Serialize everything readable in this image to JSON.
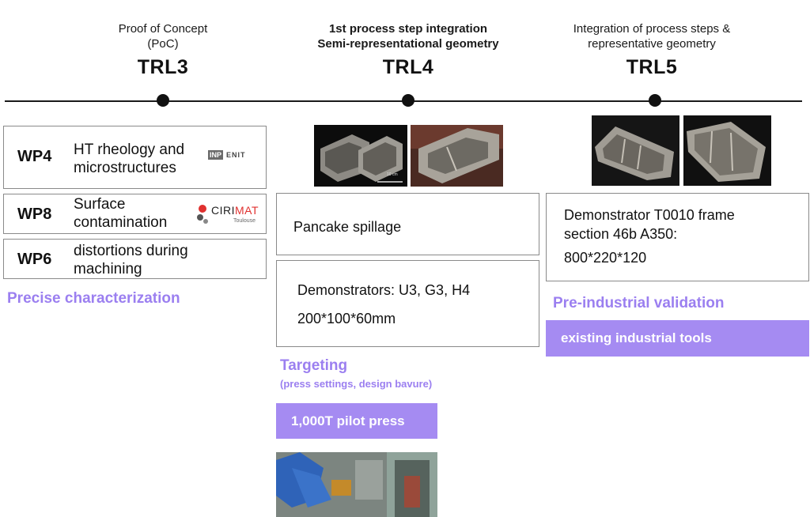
{
  "stages": [
    {
      "subtitle_1": "Proof of Concept",
      "subtitle_2": "(PoC)",
      "level": "TRL3"
    },
    {
      "subtitle_1": "1st process step integration",
      "subtitle_2": "Semi-representational geometry",
      "level": "TRL4"
    },
    {
      "subtitle_1": "Integration of process steps &",
      "subtitle_2": "representative geometry",
      "level": "TRL5"
    }
  ],
  "trl3": {
    "work_packages": [
      {
        "code": "WP4",
        "line_1": "HT rheology and",
        "line_2": "microstructures"
      },
      {
        "code": "WP8",
        "line_1": "Surface",
        "line_2": "contamination"
      },
      {
        "code": "WP6",
        "line_1": "distortions during",
        "line_2": "machining"
      }
    ],
    "logos": {
      "inp": "INP",
      "enit": "ENIT",
      "cirimat_a": "CIRI",
      "cirimat_b": "MAT",
      "cirimat_sub": "Toulouse"
    },
    "footer": "Precise characterization"
  },
  "trl4": {
    "photo_caption": "10 cm",
    "box_1": "Pancake spillage",
    "box_2_line_1": "Demonstrators: U3, G3, H4",
    "box_2_line_2": "200*100*60mm",
    "targeting_title": "Targeting",
    "targeting_sub": "(press settings, design bavure)",
    "press_label": "1,000T pilot press"
  },
  "trl5": {
    "box_line_1": "Demonstrator T0010 frame",
    "box_line_2": "section 46b A350:",
    "box_line_3": "800*220*120",
    "validation_title": "Pre-industrial validation",
    "tools_label": "existing industrial tools"
  },
  "colors": {
    "accent": "#a58bf2",
    "accent_text": "#9b7ff0",
    "line": "#1a1a1a"
  }
}
